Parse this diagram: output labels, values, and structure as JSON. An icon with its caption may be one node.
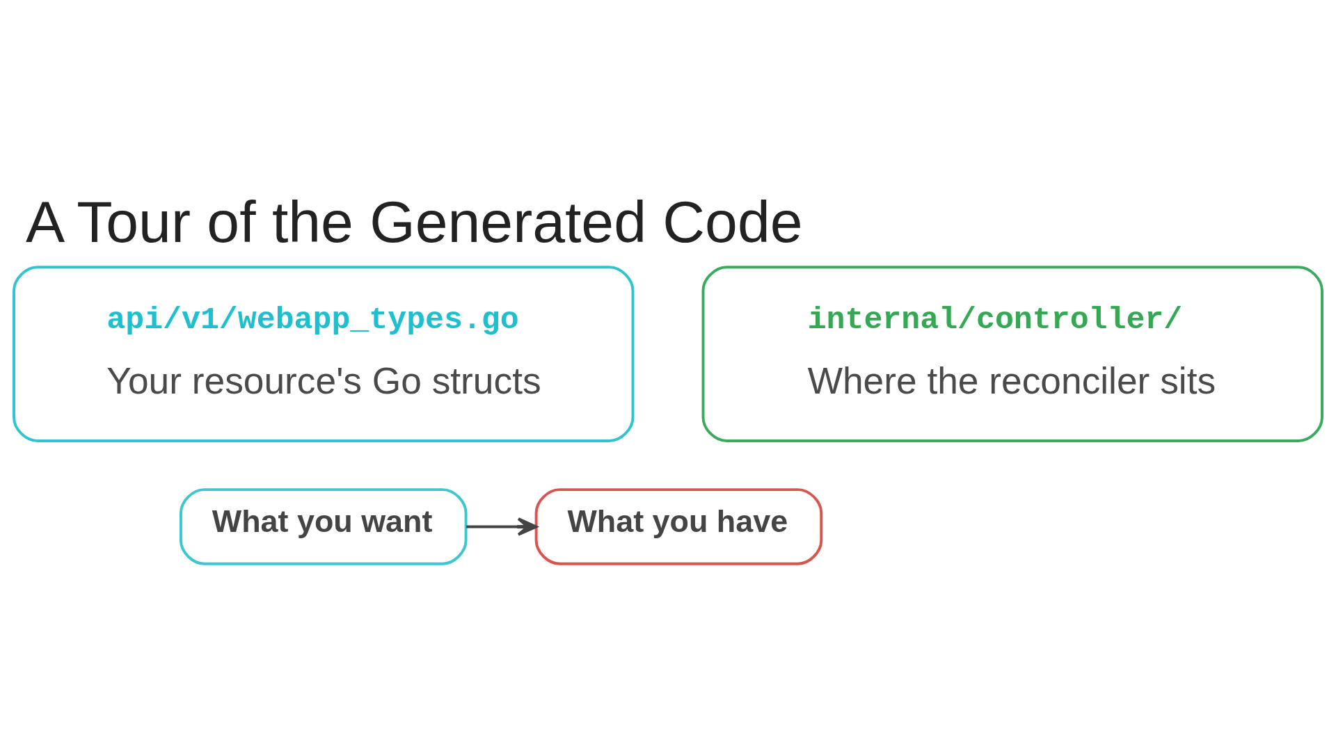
{
  "diagram": {
    "title": "A Tour of the Generated Code",
    "nodes": [
      {
        "text": [
          "api/v1/webapp_types.go",
          "Your resource's Go structs"
        ]
      },
      {
        "text": [
          "internal/controller/",
          "Where the reconciler sits"
        ]
      },
      {
        "text": [
          "What you want"
        ]
      },
      {
        "text": [
          "What you have"
        ]
      }
    ],
    "edges": [
      {
        "from": 2,
        "to": 3,
        "arrow": "to"
      }
    ]
  }
}
